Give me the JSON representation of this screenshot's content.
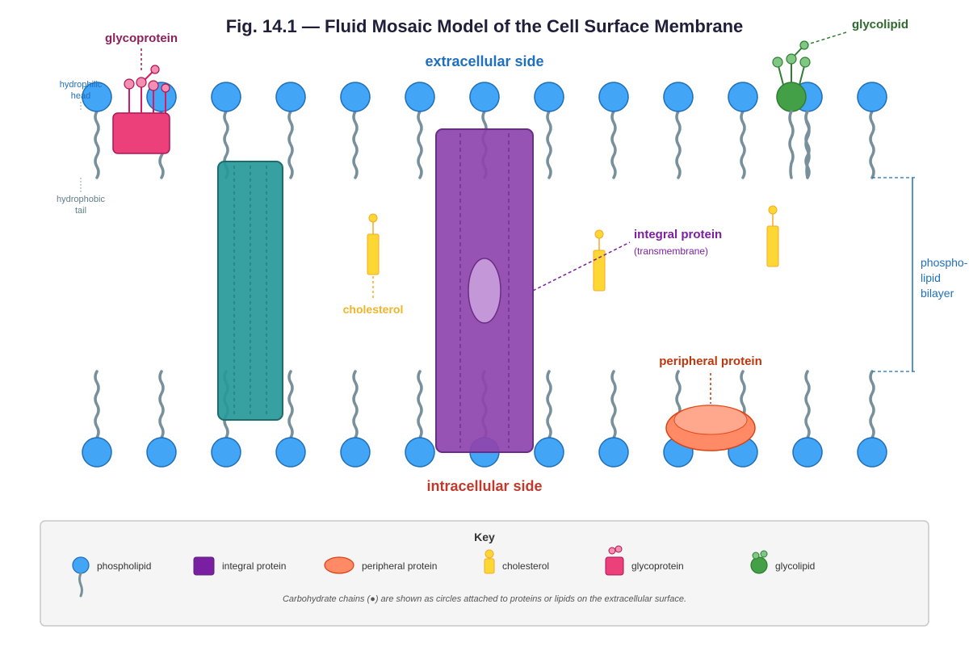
{
  "title": "Fig. 14.1 — Fluid Mosaic Model of the Cell Surface Membrane",
  "sides": {
    "extracellular": "extracellular side",
    "intracellular": "intracellular side"
  },
  "labels": {
    "glycoprotein": "glycoprotein",
    "glycolipid": "glycolipid",
    "hydrophilic_1": "hydrophilic",
    "hydrophilic_2": "head",
    "hydrophobic_1": "hydrophobic",
    "hydrophobic_2": "tail",
    "cholesterol": "cholesterol",
    "integral_1": "integral protein",
    "integral_2": "(transmembrane)",
    "peripheral": "peripheral protein",
    "bilayer_1": "phospho-",
    "bilayer_2": "lipid",
    "bilayer_3": "bilayer"
  },
  "key": {
    "title": "Key",
    "items": [
      "phospholipid",
      "integral protein",
      "peripheral protein",
      "cholesterol",
      "glycoprotein",
      "glycolipid"
    ],
    "note": "Carbohydrate chains (●) are shown as circles attached to proteins or lipids on the extracellular surface."
  },
  "colors": {
    "phospholipid": "#42a5f5",
    "phospholipid_stroke": "#1e6fb8",
    "tail": "#78909c",
    "integral": "#8e44ad",
    "channel": "#26999a",
    "peripheral": "#ff9e80",
    "cholesterol": "#fdd835",
    "glycoprotein": "#ec407a",
    "glycolipid": "#43a047"
  }
}
